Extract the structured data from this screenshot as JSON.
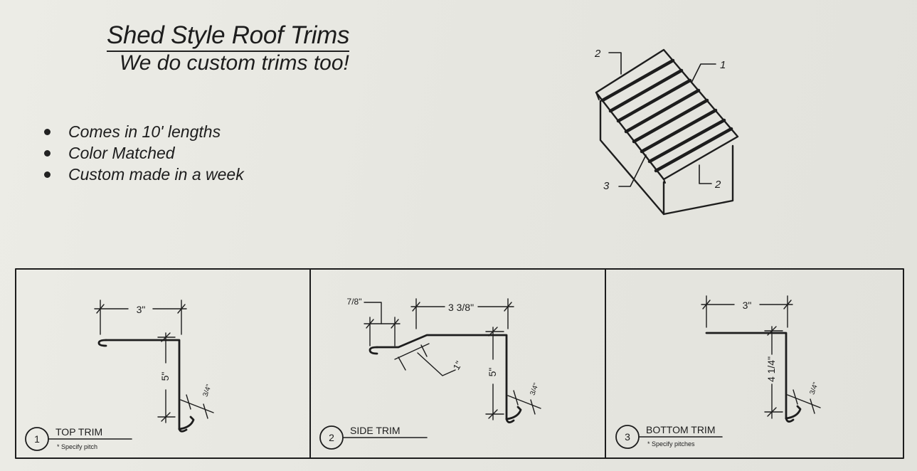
{
  "header": {
    "title": "Shed Style Roof Trims",
    "subtitle": "We do custom trims too!"
  },
  "features": [
    "Comes in 10' lengths",
    "Color Matched",
    "Custom made in a week"
  ],
  "shed_callouts": {
    "top_left": "2",
    "top_right": "1",
    "bottom_left": "3",
    "bottom_right": "2"
  },
  "panels": [
    {
      "number": "1",
      "name": "TOP TRIM",
      "note": "* Specify pitch",
      "dim_width": "3\"",
      "dim_height": "5\"",
      "dim_hem": "3/4\""
    },
    {
      "number": "2",
      "name": "SIDE TRIM",
      "note": "",
      "dim_small": "7/8\"",
      "dim_width": "3 3/8\"",
      "dim_slope": "1\"",
      "dim_height": "5\"",
      "dim_hem": "3/4\""
    },
    {
      "number": "3",
      "name": "BOTTOM TRIM",
      "note": "* Specify pitches",
      "dim_width": "3\"",
      "dim_height": "4 1/4\"",
      "dim_hem": "3/4\""
    }
  ]
}
